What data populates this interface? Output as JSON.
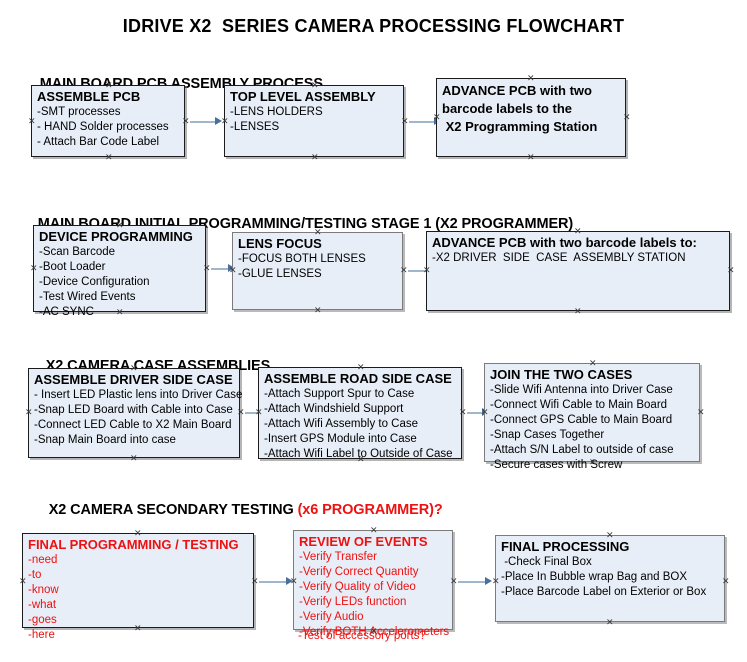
{
  "document": {
    "title": "IDRIVE X2  SERIES CAMERA PROCESSING FLOWCHART"
  },
  "colors": {
    "box_fill": "#e8eef7",
    "box_border": "#1b1b1b",
    "box_border_gray": "#7b7b7b",
    "arrow": "#9fb6cd",
    "arrow_head": "#4a6f9c",
    "text": "#000000",
    "accent_red": "#ee1111"
  },
  "sections": [
    {
      "header": "MAIN BOARD PCB ASSEMBLY PROCESS",
      "header_accent": "",
      "boxes": [
        {
          "title": "ASSEMBLE PCB",
          "lines": [
            "-SMT processes",
            "- HAND Solder processes",
            "- Attach Bar Code Label"
          ]
        },
        {
          "title": "TOP LEVEL ASSEMBLY",
          "lines": [
            "-LENS HOLDERS",
            "-LENSES"
          ]
        },
        {
          "title": "ADVANCE PCB with two\nbarcode labels to the\n X2 Programming Station",
          "lines": []
        }
      ]
    },
    {
      "header": "MAIN BOARD INITIAL PROGRAMMING/TESTING STAGE 1 (X2 PROGRAMMER)",
      "header_accent": "",
      "boxes": [
        {
          "title": "DEVICE PROGRAMMING",
          "lines": [
            "-Scan Barcode",
            "-Boot Loader",
            "-Device Configuration",
            "-Test Wired Events",
            "-AC SYNC"
          ]
        },
        {
          "title": "LENS FOCUS",
          "lines": [
            "-FOCUS BOTH LENSES",
            "-GLUE LENSES"
          ]
        },
        {
          "title": "ADVANCE PCB with two barcode labels to:",
          "lines": [
            "-X2 DRIVER  SIDE  CASE  ASSEMBLY STATION"
          ]
        }
      ]
    },
    {
      "header": "X2 CAMERA CASE ASSEMBLIES",
      "header_accent": "",
      "boxes": [
        {
          "title": "ASSEMBLE DRIVER SIDE CASE",
          "lines": [
            "- Insert LED Plastic lens into Driver Case",
            "-Snap LED Board with Cable into Case",
            "-Connect LED Cable to X2 Main Board",
            "-Snap Main Board into case"
          ]
        },
        {
          "title": "ASSEMBLE ROAD SIDE CASE",
          "lines": [
            "-Attach Support Spur to Case",
            "-Attach Windshield Support",
            "-Attach Wifi Assembly to Case",
            "-Insert GPS Module into Case",
            "-Attach Wifi Label to Outside of Case"
          ]
        },
        {
          "title": "JOIN THE TWO CASES",
          "lines": [
            "-Slide Wifi Antenna into Driver Case",
            "-Connect Wifi Cable to Main Board",
            "-Connect GPS Cable to Main Board",
            "-Snap Cases Together",
            "-Attach S/N Label to outside of case",
            "-Secure cases with Screw"
          ]
        }
      ]
    },
    {
      "header": "X2 CAMERA SECONDARY TESTING ",
      "header_accent": "(x6 PROGRAMMER)?",
      "boxes": [
        {
          "title": "FINAL PROGRAMMING / TESTING",
          "lines": [
            "-need",
            "-to",
            "-know",
            "-what",
            "-goes",
            "-here"
          ]
        },
        {
          "title": "REVIEW OF EVENTS",
          "lines": [
            "-Verify Transfer",
            "-Verify Correct Quantity",
            "-Verify Quality of Video",
            "-Verify LEDs function",
            "-Verify Audio",
            "-Verify BOTH Accelerometers"
          ],
          "overflow_line": "-Test of accessory ports?"
        },
        {
          "title": "FINAL PROCESSING",
          "lines": [
            " -Check Final Box",
            "-Place In Bubble wrap Bag and BOX",
            "-Place Barcode Label on Exterior or Box"
          ]
        }
      ]
    }
  ]
}
